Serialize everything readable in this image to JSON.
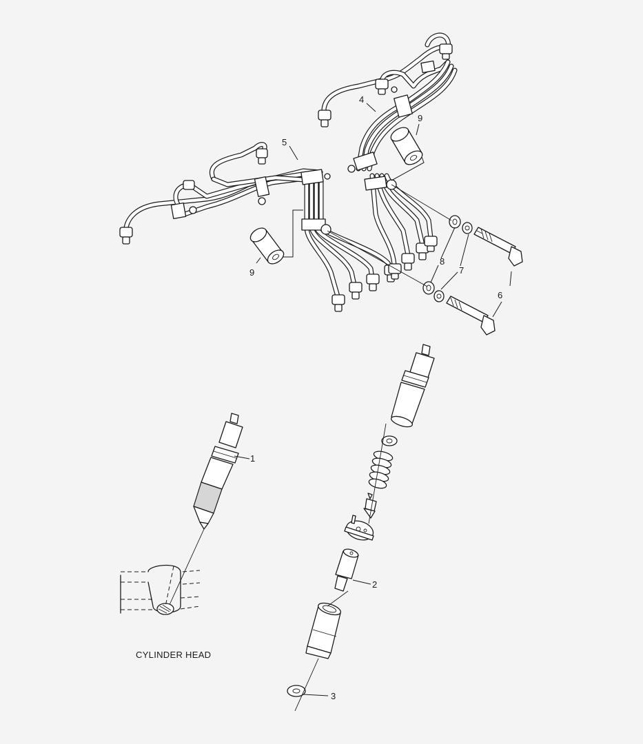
{
  "callouts": {
    "c1": "1",
    "c2": "2",
    "c3": "3",
    "c4": "4",
    "c5": "5",
    "c6": "6",
    "c7a": "7",
    "c8": "8",
    "c9a": "9",
    "c9b": "9"
  },
  "captions": {
    "cylinder_head": "CYLINDER HEAD"
  },
  "colors": {
    "background": "#f4f4f4",
    "line": "#1a1a1a"
  }
}
